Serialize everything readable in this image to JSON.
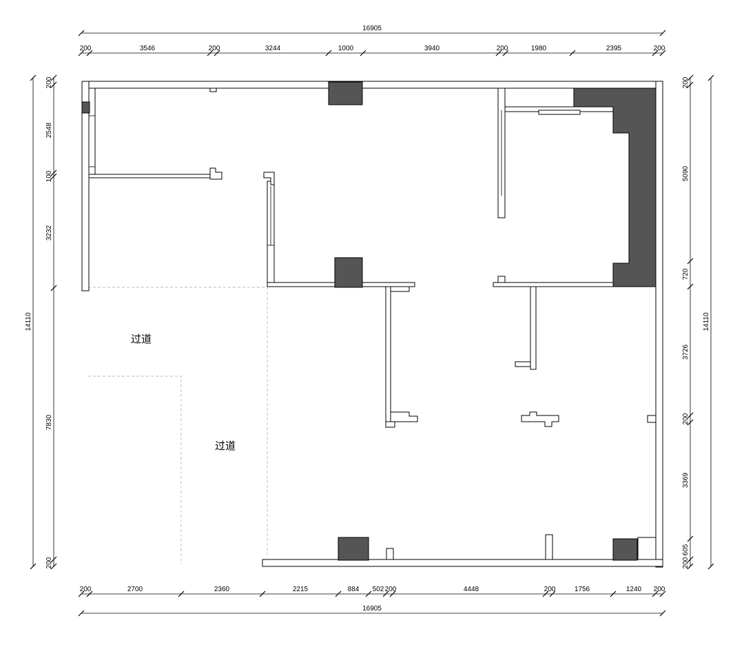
{
  "labels": {
    "corridor_1": "过道",
    "corridor_2": "过道"
  },
  "dimensions": {
    "top_total": "16905",
    "top_segments": [
      "200",
      "3546",
      "200",
      "3244",
      "1000",
      "3940",
      "200",
      "1980",
      "2395",
      "200"
    ],
    "bottom_total": "16905",
    "bottom_segments": [
      "200",
      "2700",
      "2360",
      "2215",
      "884",
      "502",
      "200",
      "4448",
      "200",
      "1756",
      "1240",
      "200"
    ],
    "left_total": "14110",
    "left_segments": [
      "200",
      "2548",
      "100",
      "3232",
      "7830",
      "200"
    ],
    "right_total": "14110",
    "right_segments": [
      "200",
      "5090",
      "720",
      "3726",
      "200",
      "3369",
      "605",
      "200"
    ]
  },
  "colors": {
    "line": "#000000",
    "column_fill": "#555555",
    "corridor_dash": "#b9b9b9",
    "background": "#ffffff"
  }
}
